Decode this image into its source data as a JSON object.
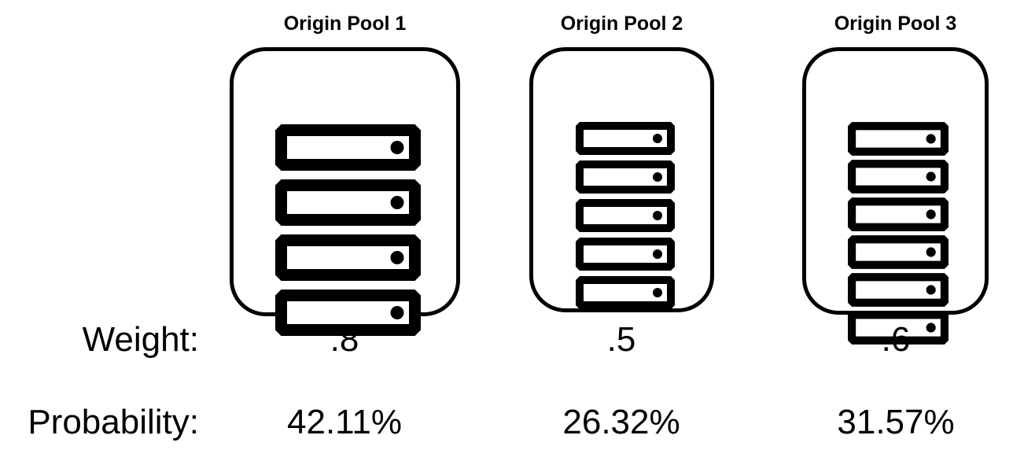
{
  "diagram": {
    "background": "#ffffff",
    "stroke_color": "#000000"
  },
  "rows": {
    "weight_label": "Weight:",
    "probability_label": "Probability:"
  },
  "pools": [
    {
      "title": "Origin Pool 1",
      "server_count": 4,
      "weight": ".8",
      "probability": "42.11%"
    },
    {
      "title": "Origin Pool 2",
      "server_count": 5,
      "weight": ".5",
      "probability": "26.32%"
    },
    {
      "title": "Origin Pool 3",
      "server_count": 6,
      "weight": ".6",
      "probability": "31.57%"
    }
  ]
}
